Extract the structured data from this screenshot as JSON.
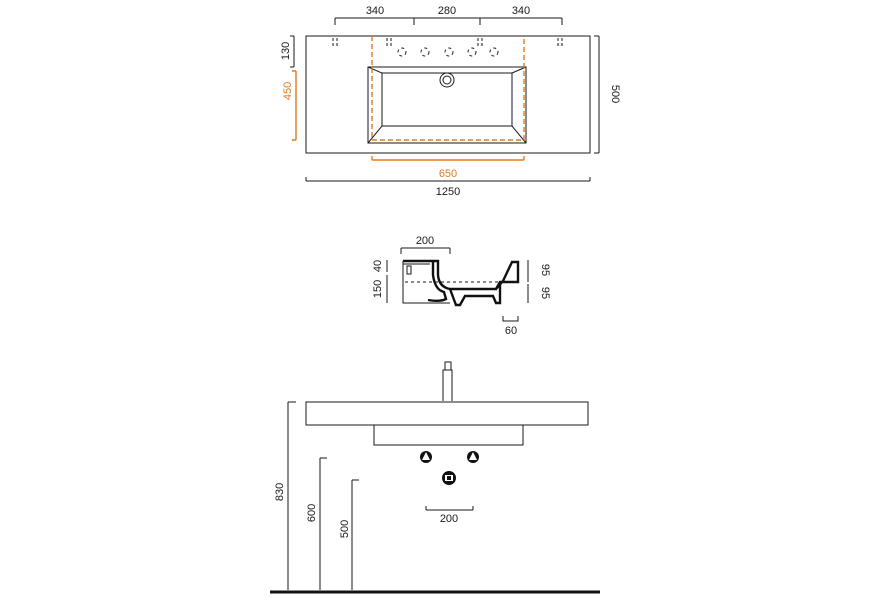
{
  "top_view": {
    "dims": {
      "left_spacing": "340",
      "center_spacing": "280",
      "right_spacing": "340",
      "rim_depth": "130",
      "bowl_depth": "450",
      "overall_depth": "500",
      "bowl_width": "650",
      "overall_width": "1250"
    }
  },
  "section_view": {
    "dims": {
      "bowl_offset": "200",
      "top_thickness": "40",
      "total_height": "150",
      "upper_height": "95",
      "lower_height": "95",
      "rim_width": "60"
    }
  },
  "front_view": {
    "dims": {
      "rim_height": "830",
      "lower_height": "600",
      "pipe_height": "500",
      "supply_spacing": "200"
    }
  },
  "colors": {
    "line": "#1a1a1a",
    "accent": "#e07b1f"
  }
}
